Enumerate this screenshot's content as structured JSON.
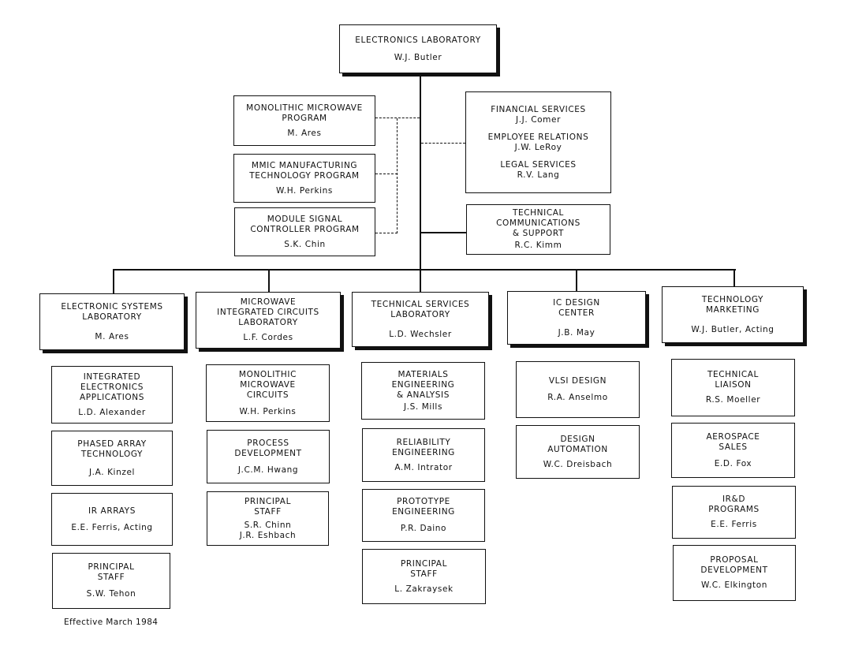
{
  "top": {
    "title": "ELECTRONICS LABORATORY",
    "person": "W.J. Butler"
  },
  "staff_left": [
    {
      "title": "MONOLITHIC MICROWAVE\nPROGRAM",
      "person": "M. Ares"
    },
    {
      "title": "MMIC MANUFACTURING\nTECHNOLOGY PROGRAM",
      "person": "W.H. Perkins"
    },
    {
      "title": "MODULE SIGNAL\nCONTROLLER PROGRAM",
      "person": "S.K. Chin"
    }
  ],
  "staff_right": {
    "services": [
      {
        "title": "FINANCIAL SERVICES",
        "person": "J.J. Comer"
      },
      {
        "title": "EMPLOYEE RELATIONS",
        "person": "J.W. LeRoy"
      },
      {
        "title": "LEGAL SERVICES",
        "person": "R.V. Lang"
      }
    ],
    "tech_comm": {
      "title": "TECHNICAL\nCOMMUNICATIONS\n& SUPPORT",
      "person": "R.C. Kimm"
    }
  },
  "labs": [
    {
      "title": "ELECTRONIC SYSTEMS\nLABORATORY",
      "person": "M. Ares",
      "units": [
        {
          "title": "INTEGRATED\nELECTRONICS\nAPPLICATIONS",
          "person": "L.D. Alexander"
        },
        {
          "title": "PHASED ARRAY\nTECHNOLOGY",
          "person": "J.A. Kinzel"
        },
        {
          "title": "IR ARRAYS",
          "person": "E.E. Ferris, Acting"
        },
        {
          "title": "PRINCIPAL\nSTAFF",
          "person": "S.W. Tehon"
        }
      ]
    },
    {
      "title": "MICROWAVE\nINTEGRATED CIRCUITS\nLABORATORY",
      "person": "L.F. Cordes",
      "units": [
        {
          "title": "MONOLITHIC\nMICROWAVE\nCIRCUITS",
          "person": "W.H. Perkins"
        },
        {
          "title": "PROCESS\nDEVELOPMENT",
          "person": "J.C.M. Hwang"
        },
        {
          "title": "PRINCIPAL\nSTAFF",
          "person": "S.R. Chinn\nJ.R. Eshbach"
        }
      ]
    },
    {
      "title": "TECHNICAL SERVICES\nLABORATORY",
      "person": "L.D. Wechsler",
      "units": [
        {
          "title": "MATERIALS\nENGINEERING\n& ANALYSIS",
          "person": "J.S. Mills"
        },
        {
          "title": "RELIABILITY\nENGINEERING",
          "person": "A.M. Intrator"
        },
        {
          "title": "PROTOTYPE\nENGINEERING",
          "person": "P.R. Daino"
        },
        {
          "title": "PRINCIPAL\nSTAFF",
          "person": "L. Zakraysek"
        }
      ]
    },
    {
      "title": "IC DESIGN\nCENTER",
      "person": "J.B. May",
      "units": [
        {
          "title": "VLSI DESIGN",
          "person": "R.A. Anselmo"
        },
        {
          "title": "DESIGN\nAUTOMATION",
          "person": "W.C. Dreisbach"
        }
      ]
    },
    {
      "title": "TECHNOLOGY\nMARKETING",
      "person": "W.J. Butler, Acting",
      "units": [
        {
          "title": "TECHNICAL\nLIAISON",
          "person": "R.S. Moeller"
        },
        {
          "title": "AEROSPACE\nSALES",
          "person": "E.D. Fox"
        },
        {
          "title": "IR&D\nPROGRAMS",
          "person": "E.E. Ferris"
        },
        {
          "title": "PROPOSAL\nDEVELOPMENT",
          "person": "W.C. Elkington"
        }
      ]
    }
  ],
  "footer": "Effective March 1984"
}
